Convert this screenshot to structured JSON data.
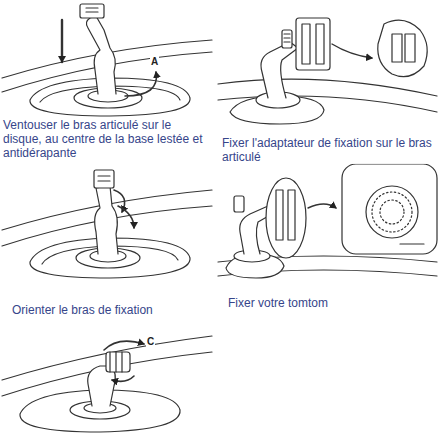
{
  "diagram": {
    "labels": [
      "A",
      "Ventouser le bras articulé sur le disque, au centre de la base lestée et antidérapante",
      "Fixer l'adaptateur de fixation sur le bras articulé",
      "Orienter le bras de fixation",
      "Fixer votre tomtom",
      "C"
    ]
  }
}
